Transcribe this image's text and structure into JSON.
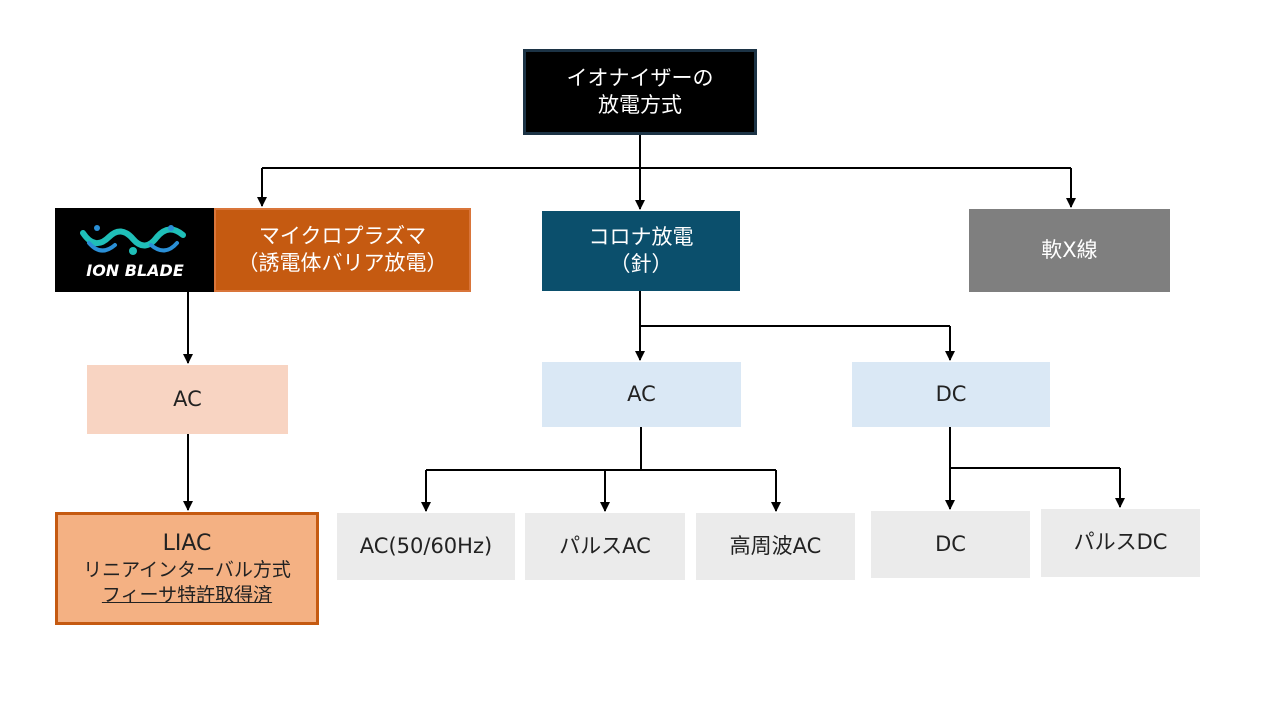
{
  "root": {
    "line1": "イオナイザーの",
    "line2": "放電方式"
  },
  "categories": {
    "plasma": {
      "logo": "ION BLADE",
      "line1": "マイクロプラズマ",
      "line2": "（誘電体バリア放電）"
    },
    "corona": {
      "line1": "コロナ放電",
      "line2": "（針）"
    },
    "xray": {
      "label": "軟X線"
    }
  },
  "power": {
    "plasma_ac": "AC",
    "corona_ac": "AC",
    "corona_dc": "DC"
  },
  "liac": {
    "line1": "LIAC",
    "line2": "リニアインターバル方式",
    "line3": "フィーサ特許取得済"
  },
  "leaves": {
    "ac_50_60": "AC(50/60Hz)",
    "pulse_ac": "パルスAC",
    "hf_ac": "高周波AC",
    "dc": "DC",
    "pulse_dc": "パルスDC"
  },
  "colors": {
    "root_bg": "#000000",
    "plasma_bg": "#c55a11",
    "corona_bg": "#0b4f6c",
    "xray_bg": "#7f7f7f",
    "plasma_ac_bg": "#f8d4c2",
    "corona_sub_bg": "#dae8f5",
    "liac_bg": "#f4b183",
    "leaf_bg": "#ebebeb",
    "logo_wave_teal": "#1fbfb8",
    "logo_wave_blue": "#2a8fd6"
  }
}
